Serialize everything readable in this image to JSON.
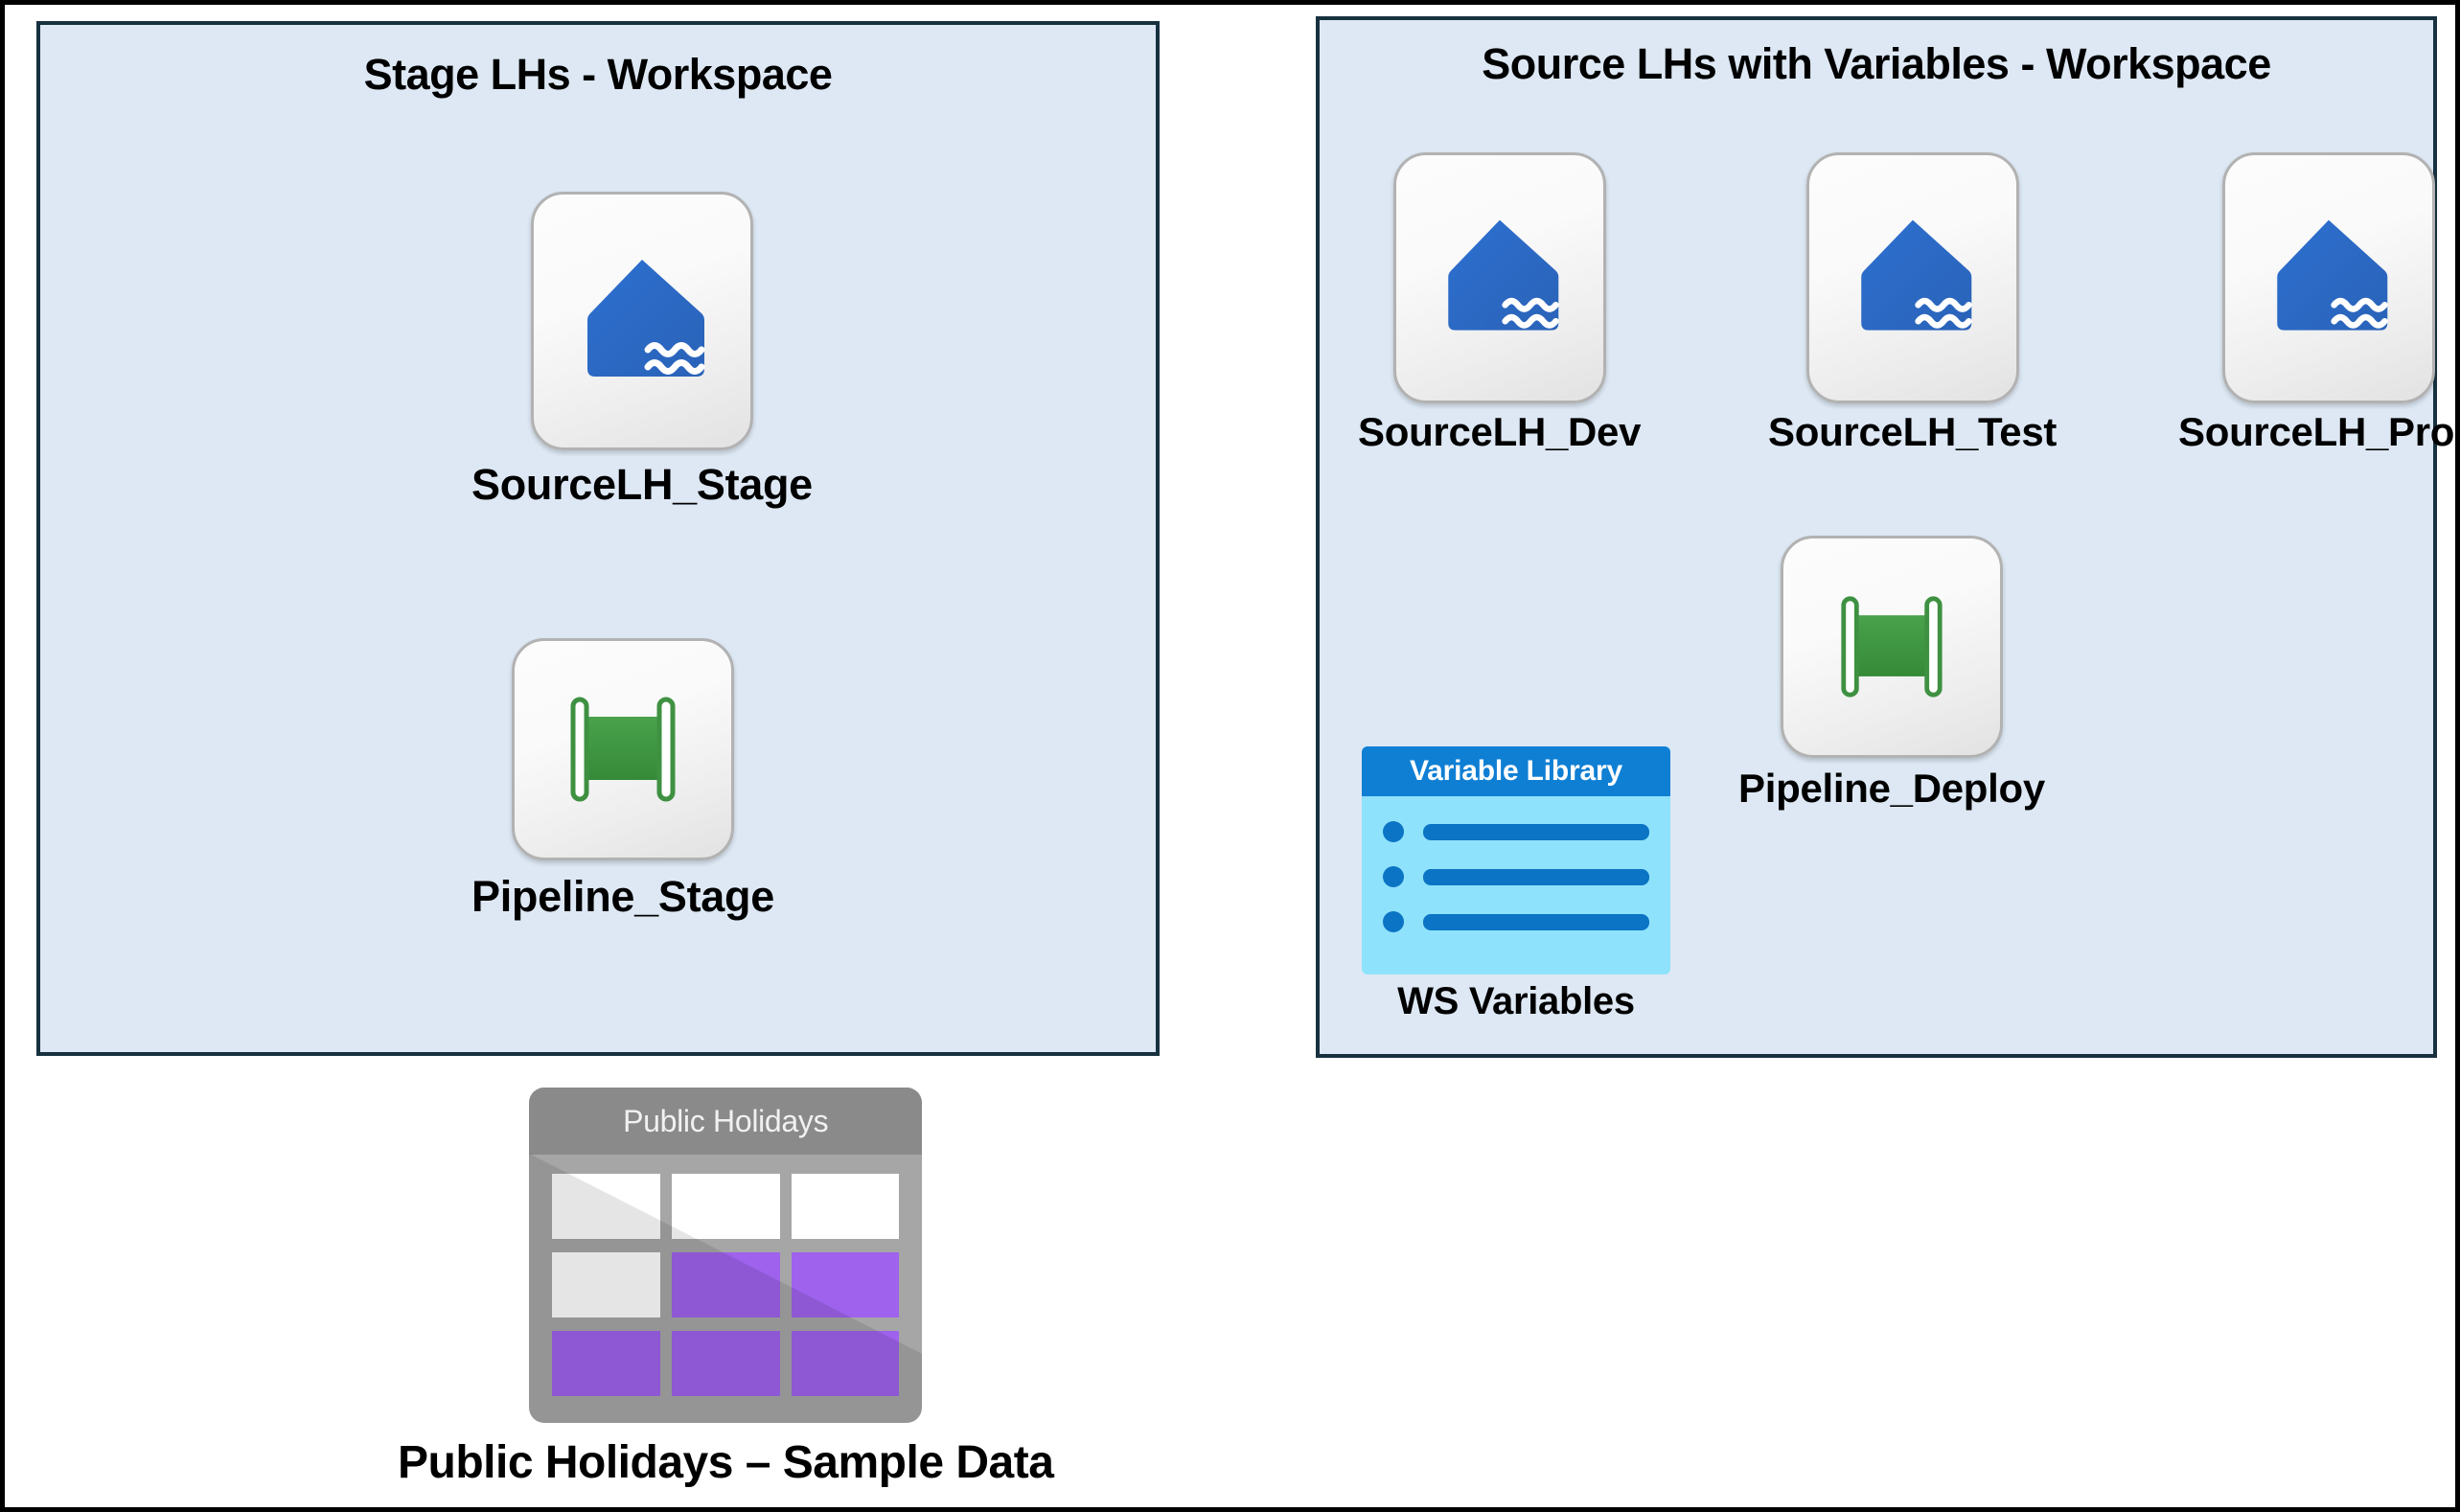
{
  "diagram": {
    "panels": [
      {
        "id": "stage",
        "title": "Stage LHs - Workspace",
        "items": [
          {
            "name": "SourceLH_Stage",
            "icon": "lakehouse-icon"
          },
          {
            "name": "Pipeline_Stage",
            "icon": "pipeline-icon"
          }
        ]
      },
      {
        "id": "source",
        "title": "Source LHs with Variables - Workspace",
        "items": [
          {
            "name": "SourceLH_Dev",
            "icon": "lakehouse-icon"
          },
          {
            "name": "SourceLH_Test",
            "icon": "lakehouse-icon"
          },
          {
            "name": "SourceLH_Prod",
            "icon": "lakehouse-icon"
          },
          {
            "name": "Pipeline_Deploy",
            "icon": "pipeline-icon"
          },
          {
            "name": "WS Variables",
            "icon": "variable-library-icon",
            "header": "Variable Library"
          }
        ]
      }
    ],
    "standalone": {
      "caption": "Public Holidays – Sample Data",
      "table_title": "Public Holidays",
      "icon": "table-icon",
      "cells": [
        "white",
        "white",
        "white",
        "white",
        "purple",
        "purple",
        "purple",
        "purple",
        "purple"
      ]
    },
    "colors": {
      "panel_fill": "#dde8f4",
      "panel_border": "#17313f",
      "outer_border": "#000000",
      "lakehouse_blue": "#2f6cc4",
      "pipeline_green": "#3f9142",
      "variable_header_blue": "#0f7fd4",
      "variable_body_blue": "#8fe2fb",
      "table_gray": "#a6a6a6",
      "table_purple": "#9e62ec"
    }
  }
}
